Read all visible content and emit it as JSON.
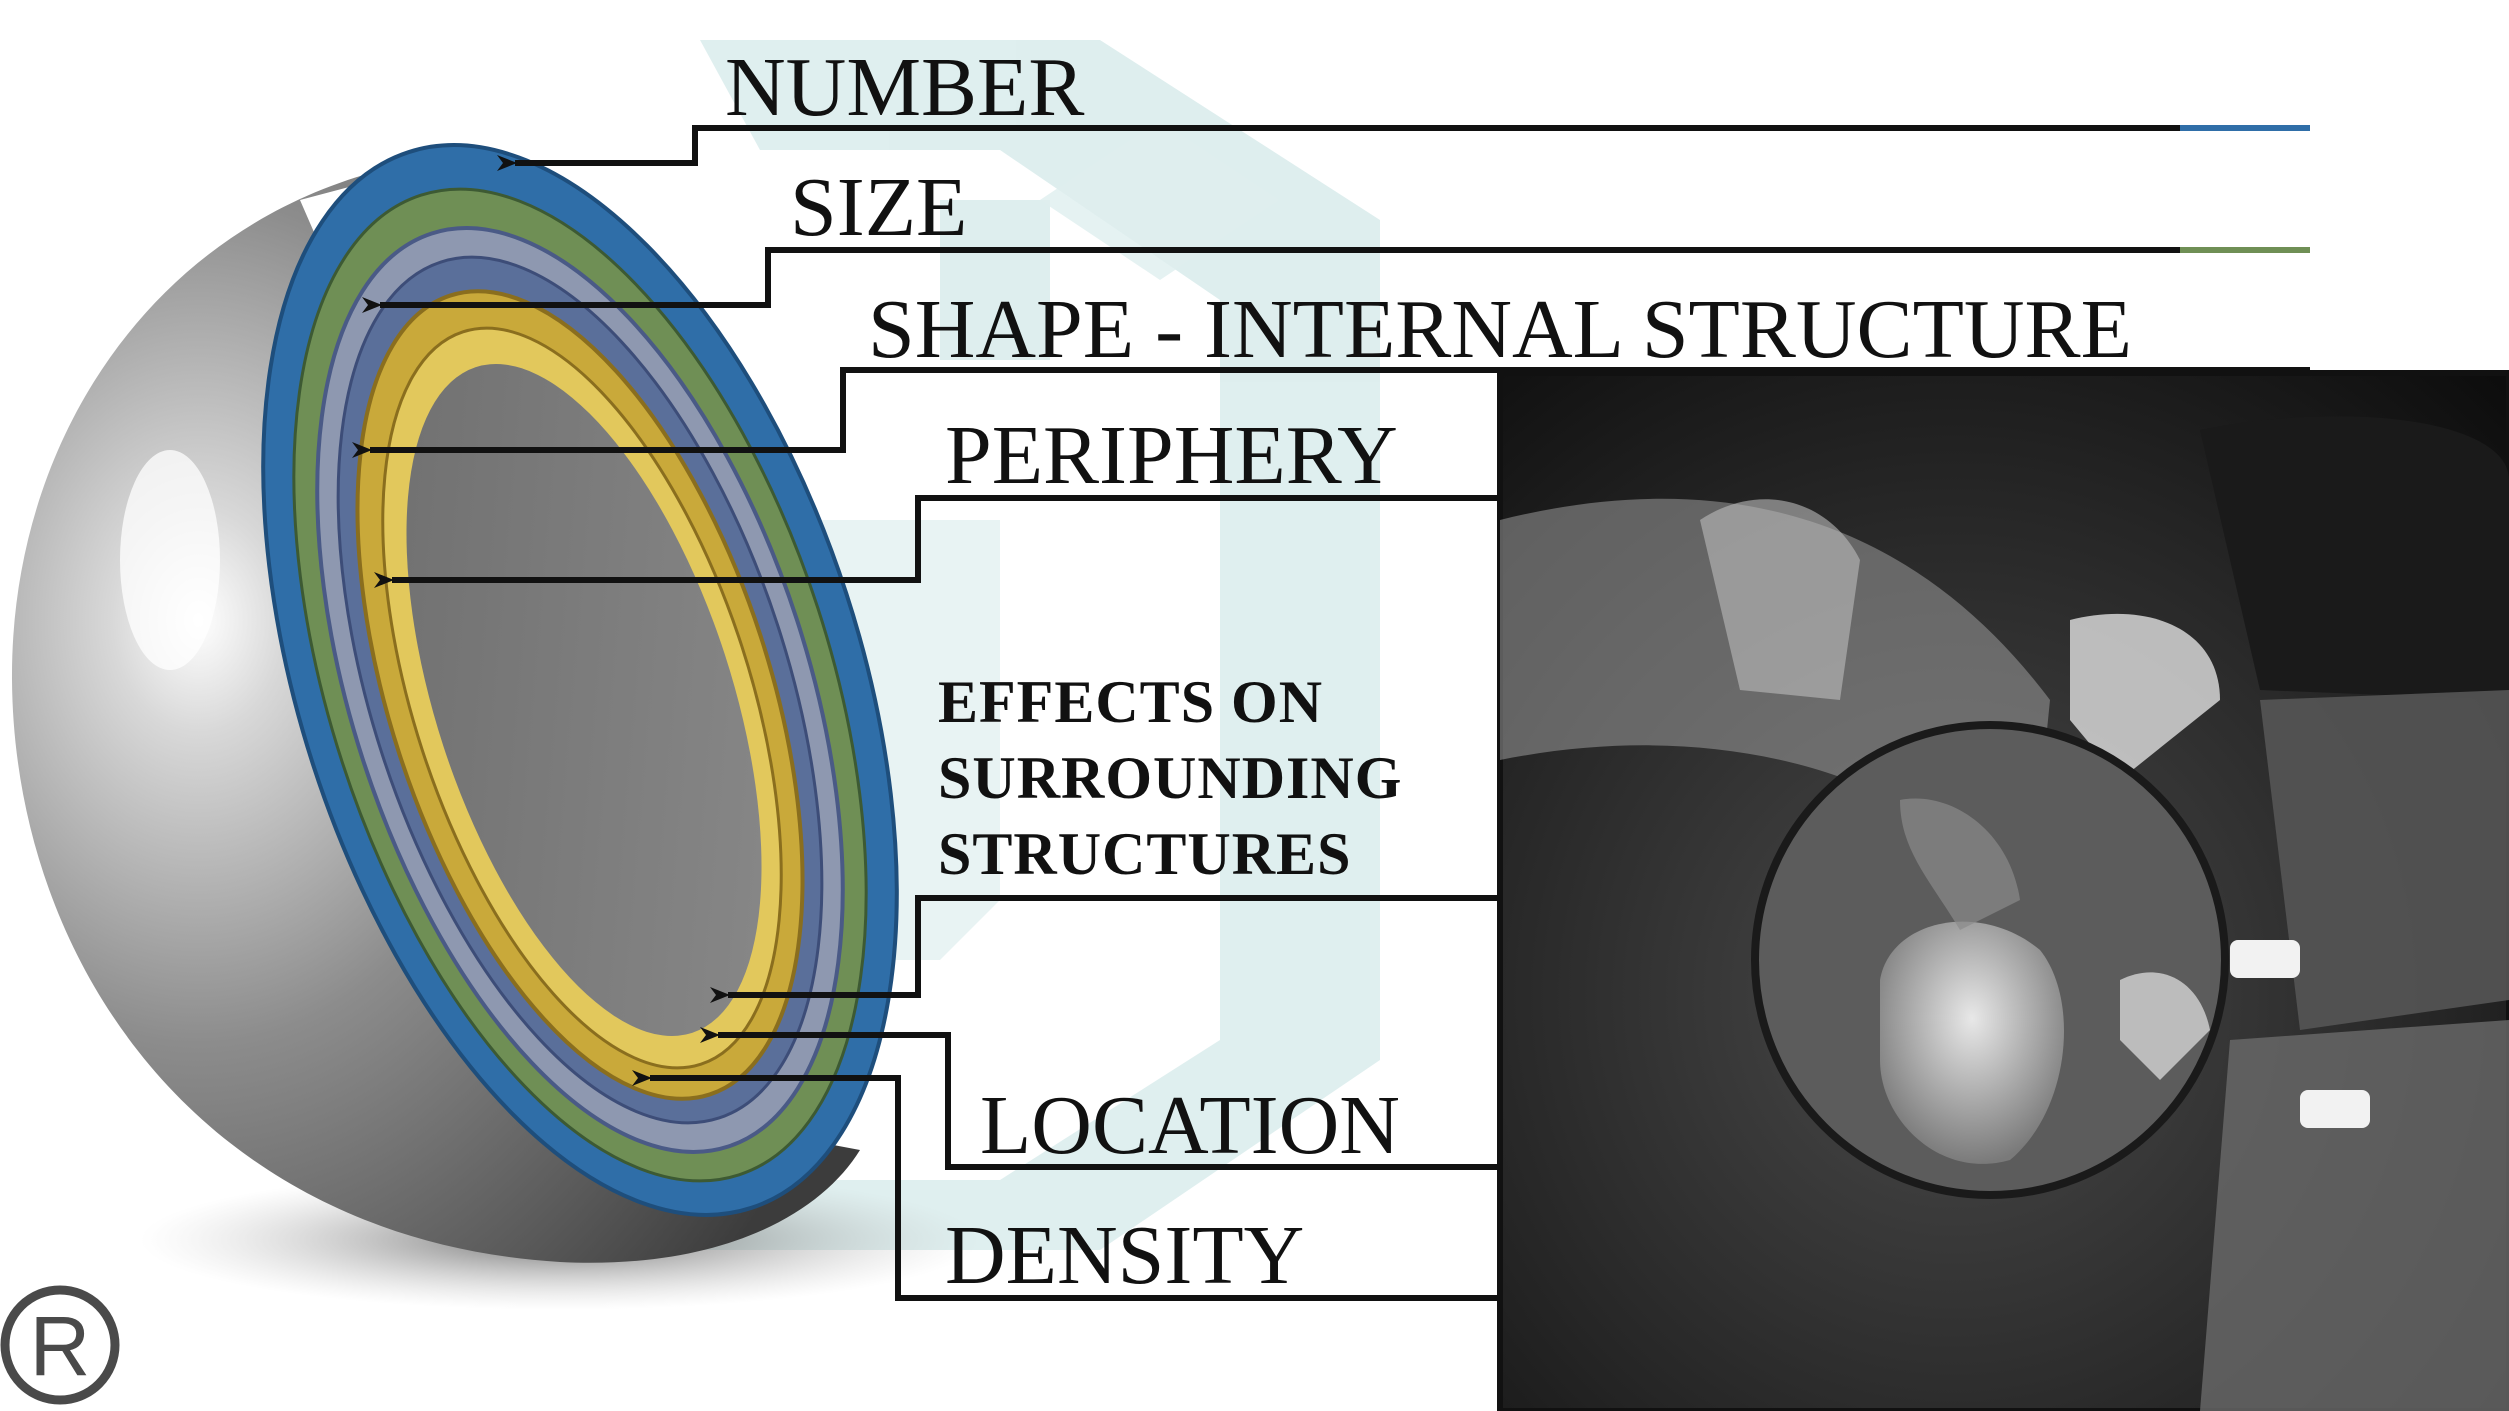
{
  "labels": {
    "number": "NUMBER",
    "size": "SIZE",
    "shape": "SHAPE - INTERNAL STRUCTURE",
    "periphery": "PERIPHERY",
    "effects_line1": "EFFECTS ON",
    "effects_line2": "SURROUNDING",
    "effects_line3": "STRUCTURES",
    "location": "LOCATION",
    "density": "DENSITY"
  },
  "registered_mark": "R",
  "colors": {
    "ring_blue": "#2f6ea8",
    "ring_green": "#6f8f55",
    "ring_slate": "#5a6f9a",
    "ring_gold": "#c9a93a",
    "leader": "#111111",
    "watermark": "#d9ecec"
  },
  "icons": {
    "sphere": "cut-sphere-icon",
    "radiograph": "dental-radiograph",
    "magnifier": "magnifier-circle-icon"
  }
}
